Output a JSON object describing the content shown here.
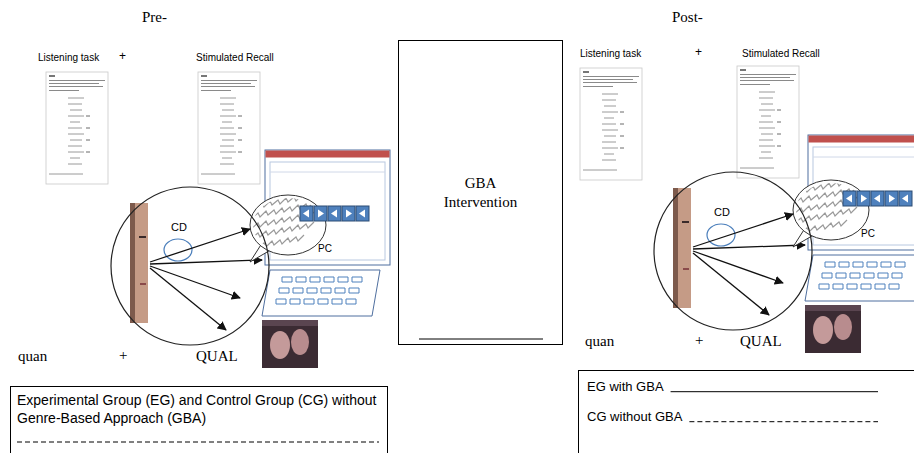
{
  "diagram": {
    "nodes": [
      {
        "text": [
          "CD"
        ]
      },
      {
        "text": [
          "GBA Intervention"
        ]
      },
      {
        "text": [
          "CD"
        ]
      },
      {
        "text": [
          "Experimental Group (EG) and Control Group (CG) without Genre-Based Approach (GBA)"
        ]
      },
      {
        "text": [
          "EG with GBA",
          "CG without GBA"
        ]
      }
    ],
    "labels": [
      "Pre-",
      "Post-",
      "Listening task",
      "+",
      "Stimulated Recall",
      "Listening task",
      "+",
      "Stimulated Recall",
      "PC",
      "PC",
      "quan",
      "+",
      "QUAL",
      "quan",
      "+",
      "QUAL"
    ]
  }
}
